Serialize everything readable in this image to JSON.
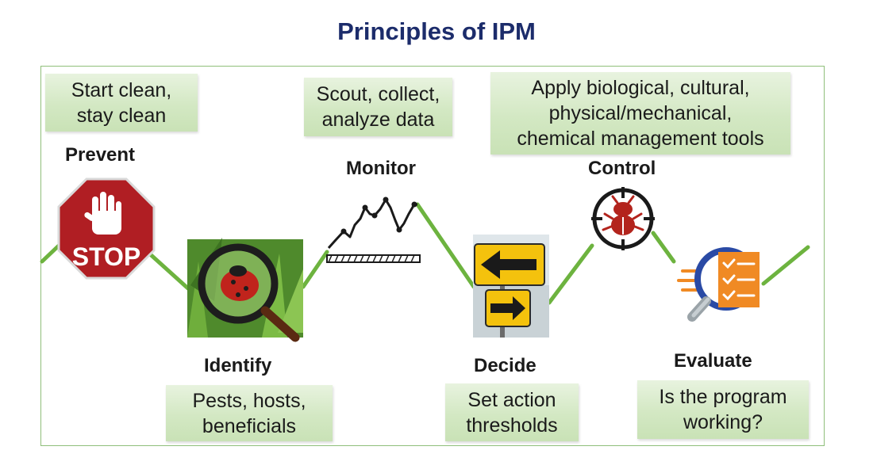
{
  "title": "Principles of IPM",
  "colors": {
    "title": "#1c2c6b",
    "path": "#6db33f",
    "frame": "#8fbf7a",
    "box": "#d3e8c3"
  },
  "steps": [
    {
      "label": "Prevent",
      "desc": [
        "Start clean,",
        "stay clean"
      ],
      "icon": "stop-sign-icon"
    },
    {
      "label": "Identify",
      "desc": [
        "Pests, hosts,",
        "beneficials"
      ],
      "icon": "magnifier-ladybug-icon"
    },
    {
      "label": "Monitor",
      "desc": [
        "Scout, collect,",
        "analyze data"
      ],
      "icon": "line-graph-icon"
    },
    {
      "label": "Decide",
      "desc": [
        "Set action",
        "thresholds"
      ],
      "icon": "direction-arrows-icon"
    },
    {
      "label": "Control",
      "desc": [
        "Apply biological, cultural,",
        "physical/mechanical,",
        "chemical management tools"
      ],
      "icon": "bug-target-icon"
    },
    {
      "label": "Evaluate",
      "desc": [
        "Is the program",
        "working?"
      ],
      "icon": "checklist-magnifier-icon"
    }
  ],
  "stop_text": "STOP"
}
